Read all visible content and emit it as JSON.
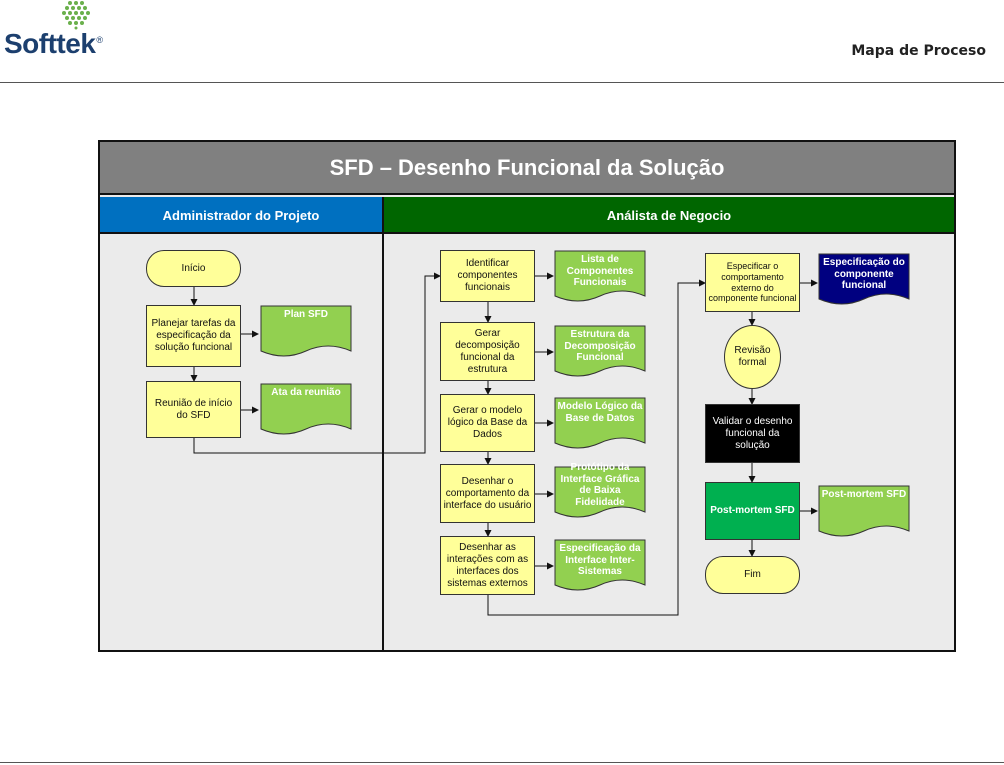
{
  "header": {
    "logo_text": "Softtek",
    "logo_mark": "®",
    "page_label": "Mapa de Proceso"
  },
  "diagram": {
    "title": "SFD – Desenho Funcional da Solução",
    "lanes": [
      {
        "label": "Administrador do Projeto",
        "color": "#0070c0"
      },
      {
        "label": "Análista de Negocio",
        "color": "#006600"
      }
    ],
    "nodes": {
      "inicio": "Início",
      "planejar": "Planejar tarefas da especificação da solução funcional",
      "reuniao": "Reunião de início do SFD",
      "identificar": "Identificar componentes funcionais",
      "gerar_decomp": "Gerar decomposição funcional da estrutura",
      "gerar_modelo": "Gerar o modelo lógico da Base da Dados",
      "desenhar_comp": "Desenhar o comportamento da interface do usuário",
      "desenhar_inter": "Desenhar as interações com as interfaces dos sistemas externos",
      "especificar": "Especificar o comportamento externo do componente funcional",
      "revisao": "Revisão formal",
      "validar": "Validar o desenho funcional da solução",
      "postmortem": "Post-mortem SFD",
      "fim": "Fim"
    },
    "documents": {
      "plan_sfd": "Plan SFD",
      "ata": "Ata da reunião",
      "lista": "Lista de Componentes Funcionais",
      "estrutura": "Estrutura da Decomposição Funcional",
      "modelo": "Modelo Lógico da Base de Datos",
      "prototipo": "Protótipo da Interface Gráfica de Baixa Fidelidade",
      "espec_interface": "Especificação da Interface Inter-Sistemas",
      "espec_componente": "Especificação do componente funcional",
      "postmortem_doc": "Post-mortem SFD"
    },
    "colors": {
      "process": "#ffff99",
      "document": "#92d050",
      "output_doc": "#000080",
      "postmortem": "#00b050",
      "title_band": "#808080"
    }
  }
}
